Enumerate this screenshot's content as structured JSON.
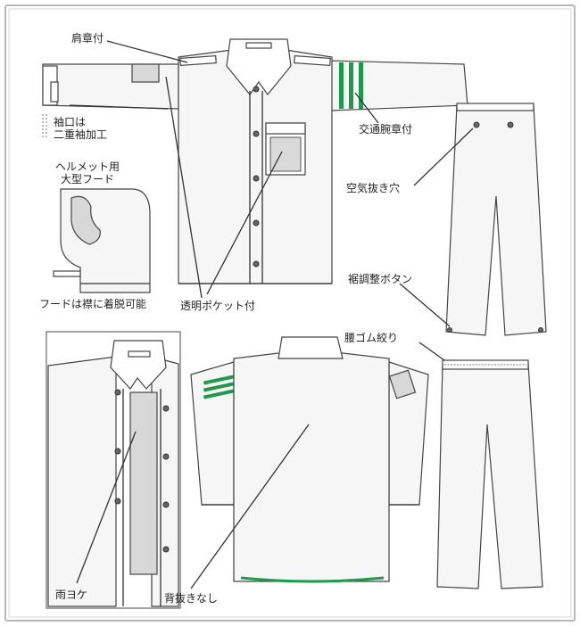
{
  "labels": {
    "shoulder_strap": "肩章付",
    "double_cuff": "袖口は\n二重袖加工",
    "helmet_hood": "ヘルメット用\n大型フード",
    "detachable_hood": "フードは襟に着脱可能",
    "transparent_pocket": "透明ポケット付",
    "traffic_armband": "交通腕章付",
    "air_vent": "空気抜き穴",
    "hem_button": "裾調整ボタン",
    "waist_elastic": "腰ゴム絞り",
    "rain_guard": "雨ヨケ",
    "no_back_vent": "背抜きなし"
  },
  "colors": {
    "accent_green": "#1e9b4a",
    "frame_border": "#b0b0b0"
  }
}
